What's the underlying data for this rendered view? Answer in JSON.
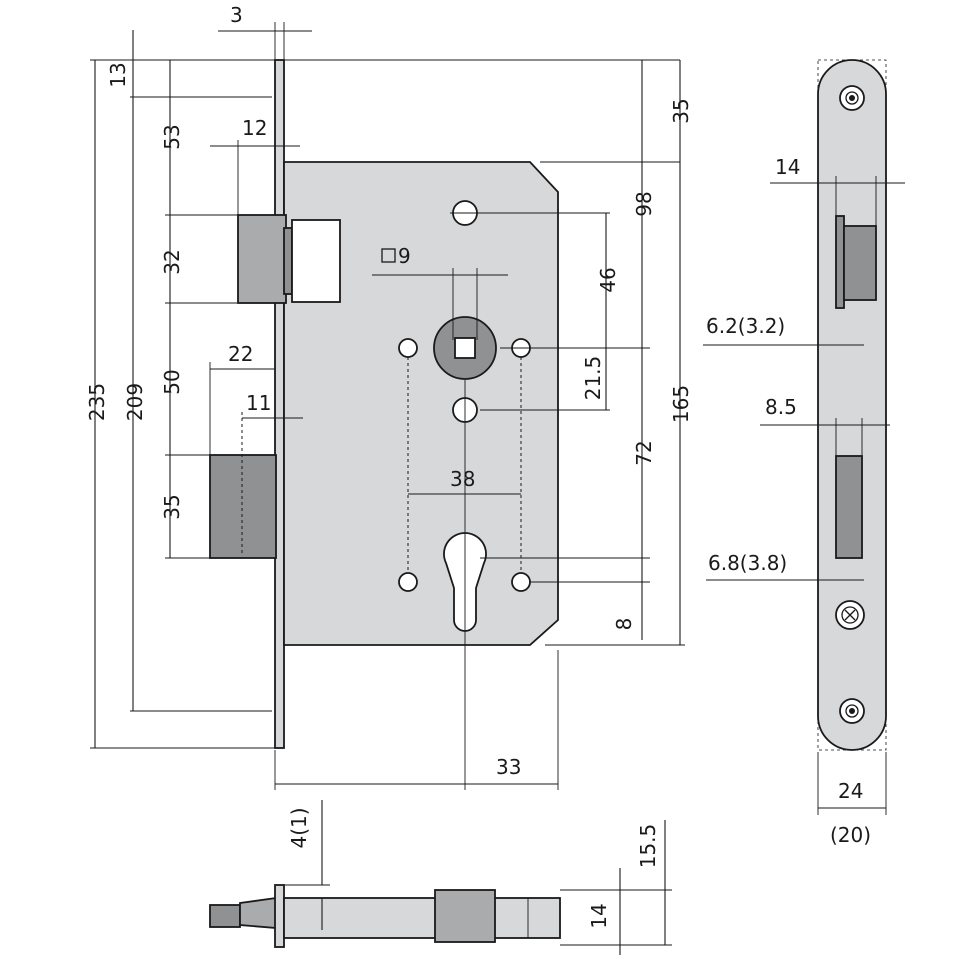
{
  "colors": {
    "line": "#1a1a1a",
    "plate": "#d6d8da",
    "dark_part": "#8f9193",
    "mid_part": "#a9abad",
    "background": "#ffffff"
  },
  "main_view": {
    "dims": {
      "faceplate_thickness": "3",
      "top_offset": "13",
      "latch_top": "53",
      "latch_projection": "12",
      "latch_height": "32",
      "gap_latch_bolt": "50",
      "bolt_projection": "22",
      "bolt_projection_inner": "11",
      "bolt_height": "35",
      "spindle_square": "□9",
      "top_to_case": "35",
      "top_to_spindle": "98",
      "spindle_to_screw": "46",
      "spindle_to_hole": "21.5",
      "spindle_to_cylinder": "72",
      "case_height": "165",
      "screw_spacing": "38",
      "cylinder_offset": "8",
      "backset": "33",
      "total_height": "235",
      "faceplate_height": "209"
    }
  },
  "side_view": {
    "dims": {
      "latch_width": "14",
      "latch_offset": "6.2(3.2)",
      "bolt_width": "8.5",
      "bolt_offset": "6.8(3.8)",
      "faceplate_width": "24",
      "faceplate_width_alt": "(20)"
    }
  },
  "bottom_view": {
    "dims": {
      "faceplate_thickness": "4(1)",
      "outer_thickness": "15.5",
      "case_thickness": "14"
    }
  }
}
